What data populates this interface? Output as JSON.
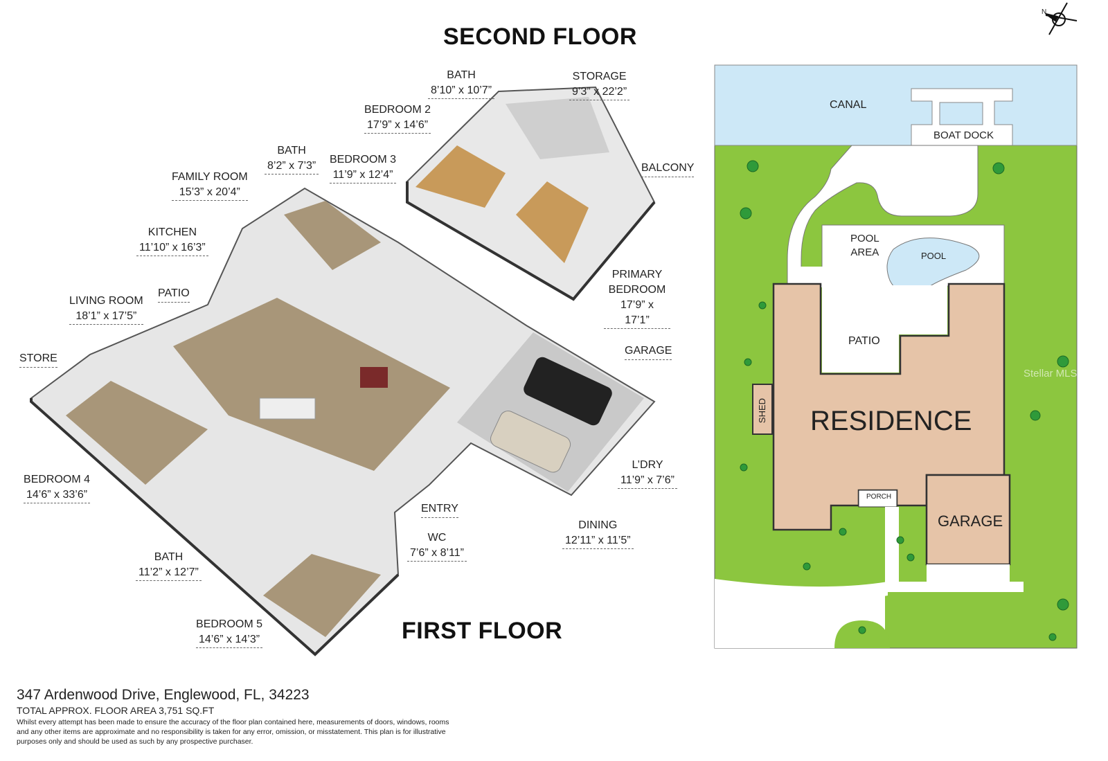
{
  "second_floor_title": "SECOND FLOOR",
  "first_floor_title": "FIRST FLOOR",
  "rooms": [
    {
      "name": "BATH",
      "dim": "8’10” x 10’7”"
    },
    {
      "name": "STORAGE",
      "dim": "9’3” x 22’2”"
    },
    {
      "name": "BEDROOM 2",
      "dim": "17’9” x 14’6”"
    },
    {
      "name": "BATH",
      "dim": "8’2” x 7’3”"
    },
    {
      "name": "BEDROOM 3",
      "dim": "11’9” x 12’4”"
    },
    {
      "name": "BALCONY",
      "dim": ""
    },
    {
      "name": "FAMILY ROOM",
      "dim": "15’3” x 20’4”"
    },
    {
      "name": "KITCHEN",
      "dim": "11’10” x 16’3”"
    },
    {
      "name": "PATIO",
      "dim": ""
    },
    {
      "name": "LIVING ROOM",
      "dim": "18’1” x 17’5”"
    },
    {
      "name": "PRIMARY BEDROOM",
      "dim": "17’9” x 17’1”"
    },
    {
      "name": "STORE",
      "dim": ""
    },
    {
      "name": "GARAGE",
      "dim": ""
    },
    {
      "name": "L’DRY",
      "dim": "11’9” x 7’6”"
    },
    {
      "name": "BEDROOM 4",
      "dim": "14’6” x 33’6”"
    },
    {
      "name": "ENTRY",
      "dim": ""
    },
    {
      "name": "DINING",
      "dim": "12’11” x 11’5”"
    },
    {
      "name": "WC",
      "dim": "7’6” x 8’11”"
    },
    {
      "name": "BATH",
      "dim": "11’2” x 12’7”"
    },
    {
      "name": "BEDROOM 5",
      "dim": "14’6” x 14’3”"
    }
  ],
  "site": {
    "canal": "CANAL",
    "boat_dock": "BOAT DOCK",
    "pool_area_1": "POOL",
    "pool_area_2": "AREA",
    "pool": "POOL",
    "patio": "PATIO",
    "residence": "RESIDENCE",
    "shed": "SHED",
    "porch": "PORCH",
    "garage": "GARAGE",
    "compass": "N",
    "watermark": "Stellar MLS"
  },
  "colors": {
    "canal": "#cde8f7",
    "lawn": "#8cc63f",
    "residence": "#e6c4a8",
    "floor": "#b9a27c",
    "wall": "#d8d8d8"
  },
  "footer": {
    "address": "347 Ardenwood Drive, Englewood, FL, 34223",
    "area": "TOTAL APPROX. FLOOR AREA 3,751 SQ.FT",
    "disclaimer": "Whilst every attempt has been made to ensure the accuracy of the floor plan contained here, measurements of doors, windows, rooms and any other items are approximate and no responsibility is taken for any error, omission, or misstatement. This plan is for illustrative purposes only and should be used as such by any prospective purchaser."
  }
}
